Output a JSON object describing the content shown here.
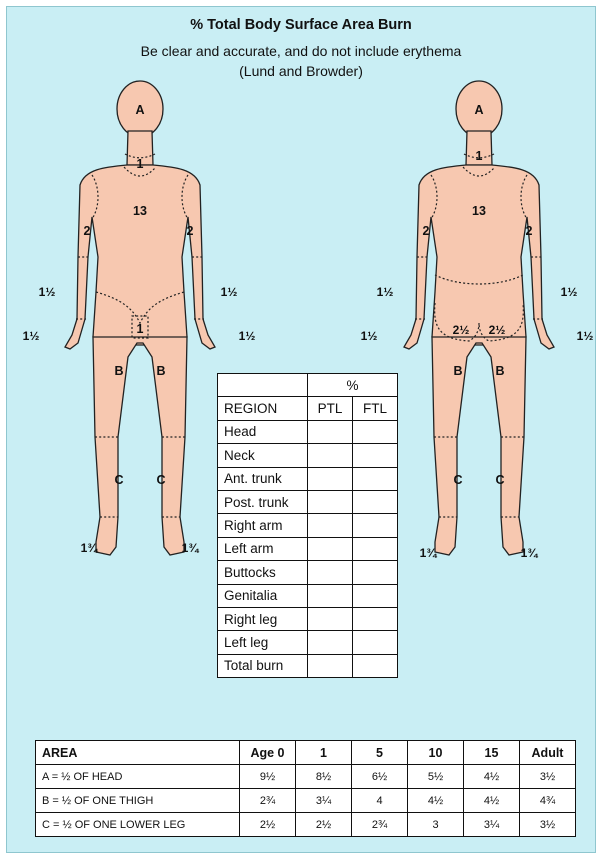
{
  "header": {
    "title": "% Total Body Surface Area Burn",
    "subtitle": "Be clear and accurate, and do not include erythema",
    "subtitle_source": "(Lund and Browder)"
  },
  "front_figure": {
    "head": "A",
    "neck": "1",
    "trunk": "13",
    "upper_arm_left": "2",
    "upper_arm_right": "2",
    "forearm_left": "1½",
    "forearm_right": "1½",
    "hand_left": "1½",
    "hand_right": "1½",
    "genitalia": "1",
    "thigh_left": "B",
    "thigh_right": "B",
    "lower_leg_left": "C",
    "lower_leg_right": "C",
    "foot_left": "1¾",
    "foot_right": "1¾"
  },
  "back_figure": {
    "head": "A",
    "neck": "1",
    "trunk": "13",
    "upper_arm_left": "2",
    "upper_arm_right": "2",
    "forearm_left": "1½",
    "forearm_right": "1½",
    "hand_left": "1½",
    "hand_right": "1½",
    "buttock_left": "2½",
    "buttock_right": "2½",
    "thigh_left": "B",
    "thigh_right": "B",
    "lower_leg_left": "C",
    "lower_leg_right": "C",
    "foot_left": "1¾",
    "foot_right": "1¾"
  },
  "region_table": {
    "percent_header": "%",
    "region_header": "REGION",
    "ptl_header": "PTL",
    "ftl_header": "FTL",
    "rows": [
      "Head",
      "Neck",
      "Ant. trunk",
      "Post. trunk",
      "Right arm",
      "Left arm",
      "Buttocks",
      "Genitalia",
      "Right leg",
      "Left leg",
      "Total burn"
    ]
  },
  "age_table": {
    "headers": [
      "AREA",
      "Age 0",
      "1",
      "5",
      "10",
      "15",
      "Adult"
    ],
    "rows": [
      {
        "area": "A = ½ OF HEAD",
        "values": [
          "9½",
          "8½",
          "6½",
          "5½",
          "4½",
          "3½"
        ]
      },
      {
        "area": "B = ½ OF ONE THIGH",
        "values": [
          "2¾",
          "3¼",
          "4",
          "4½",
          "4½",
          "4¾"
        ]
      },
      {
        "area": "C = ½ OF ONE LOWER LEG",
        "values": [
          "2½",
          "2½",
          "2¾",
          "3",
          "3¼",
          "3½"
        ]
      }
    ]
  },
  "colors": {
    "panel": "#c9eef4",
    "skin": "#f7c8b0",
    "outline": "#222222"
  }
}
